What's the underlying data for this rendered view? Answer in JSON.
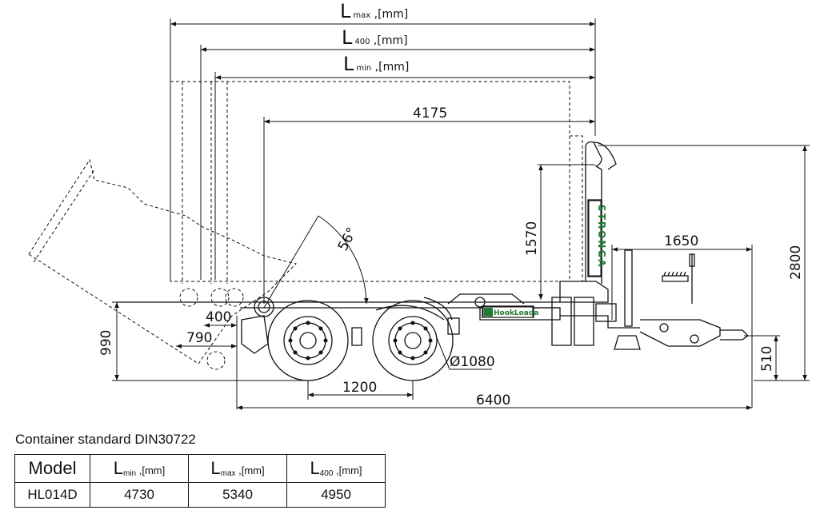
{
  "dimensions": {
    "lmax": {
      "symbol": "L",
      "sub": "max",
      "unit": " ,[mm]"
    },
    "l400": {
      "symbol": "L",
      "sub": "400",
      "unit": " ,[mm]"
    },
    "lmin": {
      "symbol": "L",
      "sub": "min",
      "unit": " ,[mm]"
    },
    "d4175": "4175",
    "d1570": "1570",
    "d1650": "1650",
    "d2800": "2800",
    "d56": "56°",
    "d400": "400",
    "d790": "790",
    "d990": "990",
    "d510": "510",
    "d1200": "1200",
    "d1080": "Ø1080",
    "d6400": "6400"
  },
  "brand": {
    "mast_text": "STRONGA",
    "logo_text": "HookLoada"
  },
  "colors": {
    "line": "#111111",
    "brand_green": "#1e7a34"
  },
  "caption": "Container standard DIN30722",
  "table": {
    "headers": {
      "model": "Model",
      "lmin": {
        "symbol": "L",
        "sub": "min",
        "unit": " ,[mm]"
      },
      "lmax": {
        "symbol": "L",
        "sub": "max",
        "unit": " ,[mm]"
      },
      "l400": {
        "symbol": "L",
        "sub": "400",
        "unit": " ,[mm]"
      }
    },
    "rows": [
      {
        "model": "HL014D",
        "lmin": "4730",
        "lmax": "5340",
        "l400": "4950"
      }
    ]
  }
}
